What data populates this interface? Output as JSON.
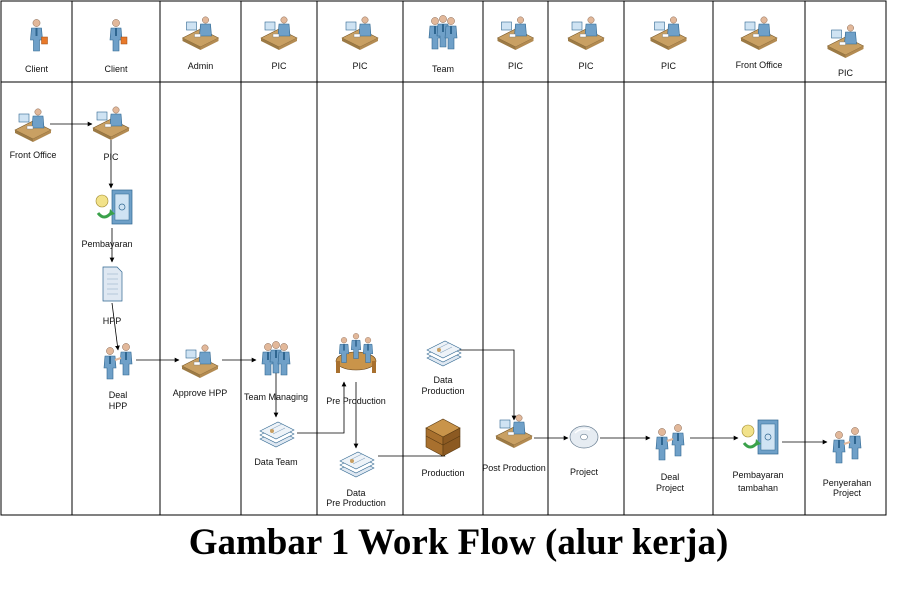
{
  "lanes": [
    {
      "label": "Client",
      "icon": "client-person-icon"
    },
    {
      "label": "Client",
      "icon": "client-person-icon"
    },
    {
      "label": "Admin",
      "icon": "admin-desk-icon"
    },
    {
      "label": "PIC",
      "icon": "pic-desk-icon"
    },
    {
      "label": "PIC",
      "icon": "pic-desk-icon"
    },
    {
      "label": "Team",
      "icon": "team-group-icon"
    },
    {
      "label": "PIC",
      "icon": "pic-desk-icon"
    },
    {
      "label": "PIC",
      "icon": "pic-desk-icon"
    },
    {
      "label": "PIC",
      "icon": "pic-desk-icon"
    },
    {
      "label": "Front Office",
      "icon": "front-office-desk-icon"
    },
    {
      "label": "PIC",
      "icon": "pic-desk-icon"
    }
  ],
  "nodes": {
    "front_office": {
      "label": "Front Office",
      "icon": "front-office-desk-icon"
    },
    "pic": {
      "label": "PIC",
      "icon": "pic-desk-icon"
    },
    "pembayaran": {
      "label": "Pembayaran",
      "icon": "payment-safe-icon"
    },
    "hpp": {
      "label": "HPP",
      "icon": "document-icon"
    },
    "deal_hpp": {
      "label1": "Deal",
      "label2": "HPP",
      "icon": "handshake-icon"
    },
    "approve_hpp": {
      "label": "Approve HPP",
      "icon": "admin-desk-icon"
    },
    "team_managing": {
      "label": "Team Managing",
      "icon": "team-group-icon"
    },
    "data_team": {
      "label": "Data Team",
      "icon": "document-stack-icon"
    },
    "pre_production": {
      "label": "Pre Production",
      "icon": "meeting-table-icon"
    },
    "data_pre_production": {
      "label1": "Data",
      "label2": "Pre Production",
      "icon": "document-stack-icon"
    },
    "data_production": {
      "label1": "Data",
      "label2": "Production",
      "icon": "document-stack-icon"
    },
    "production": {
      "label": "Production",
      "icon": "box-crate-icon"
    },
    "post_production": {
      "label": "Post Production",
      "icon": "pic-desk-icon"
    },
    "project": {
      "label": "Project",
      "icon": "disc-icon"
    },
    "deal_project": {
      "label1": "Deal",
      "label2": "Project",
      "icon": "handshake-icon"
    },
    "pembayaran_tambahan": {
      "label1": "Pembayaran",
      "label2": "tambahan",
      "icon": "payment-safe-icon"
    },
    "penyerahan_project": {
      "label1": "Penyerahan",
      "label2": "Project",
      "icon": "handshake-icon"
    }
  },
  "caption": "Gambar 1 Work Flow (alur kerja)",
  "colors": {
    "line": "#000000",
    "person": "#6fa0c8",
    "person_dark": "#2f6690",
    "desk": "#c9a063",
    "screen": "#cfe3f3",
    "doc": "#dfe8f2",
    "green": "#3aa14a",
    "box": "#a8702e"
  }
}
